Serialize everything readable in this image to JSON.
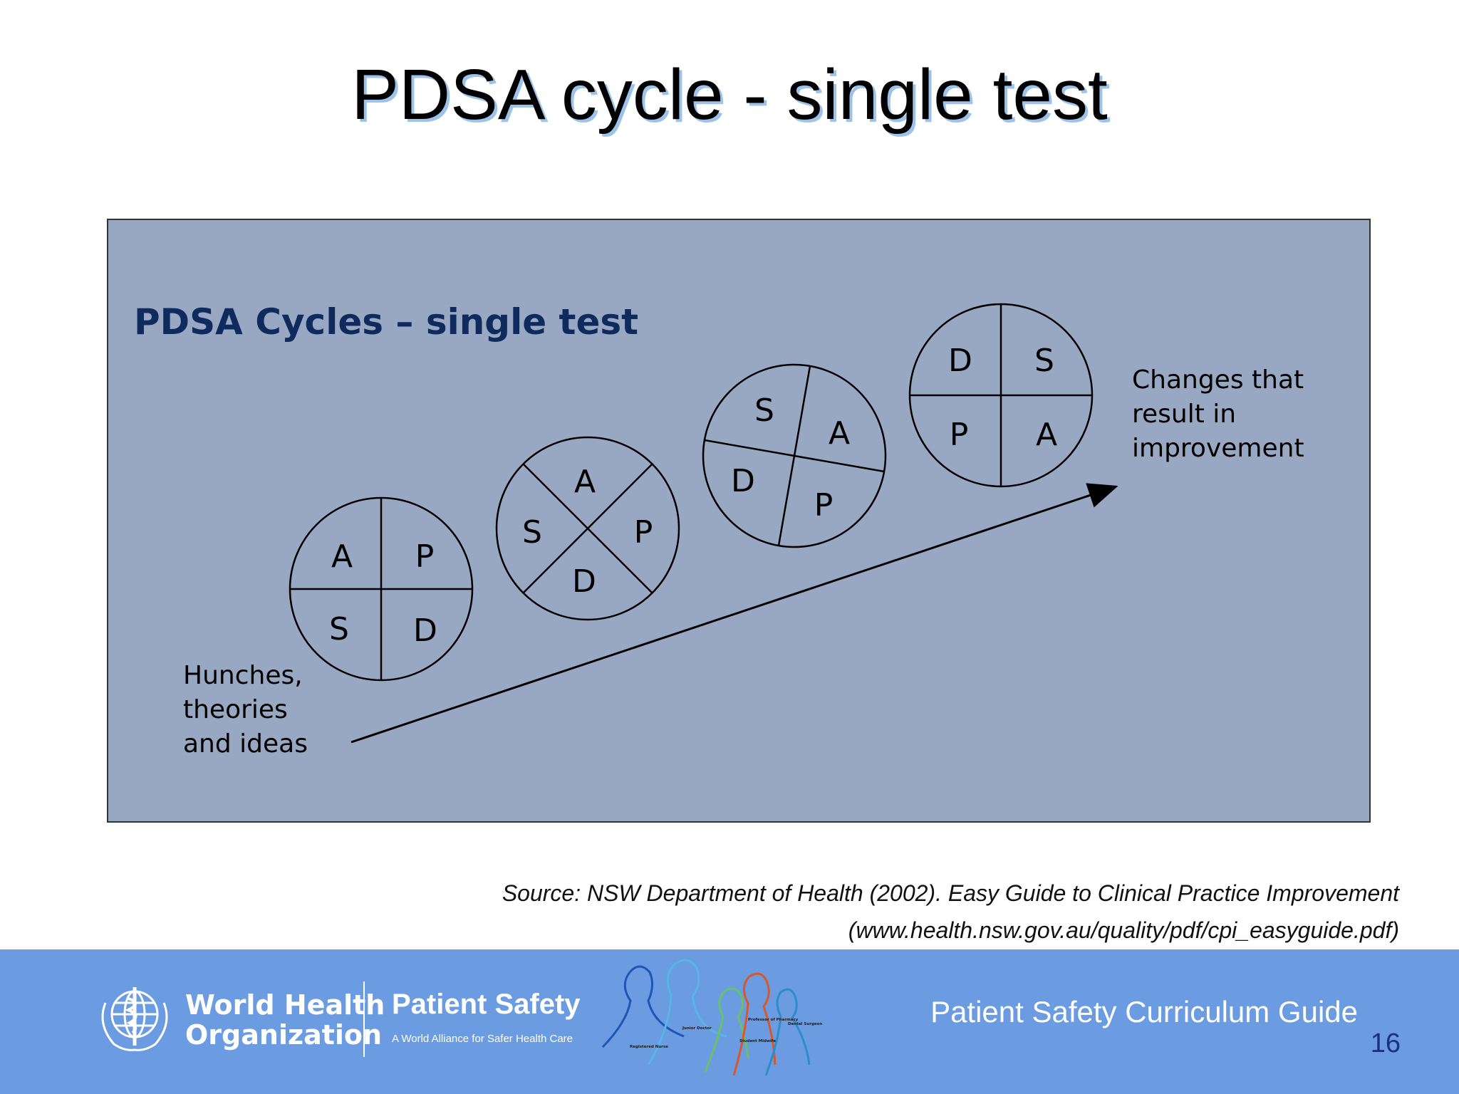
{
  "slide": {
    "title": "PDSA cycle - single test",
    "page_number": "16"
  },
  "diagram": {
    "heading": "PDSA Cycles – single test",
    "start_label": [
      "Hunches,",
      "theories",
      "and ideas"
    ],
    "end_label": [
      "Changes that",
      "result in",
      "improvement"
    ],
    "cycles": [
      {
        "quadrants": [
          "A",
          "P",
          "S",
          "D"
        ]
      },
      {
        "quadrants": [
          "A",
          "S",
          "P",
          "D"
        ]
      },
      {
        "quadrants": [
          "S",
          "A",
          "D",
          "P"
        ]
      },
      {
        "quadrants": [
          "D",
          "S",
          "P",
          "A"
        ]
      }
    ],
    "colors": {
      "panel": "#99a8c2",
      "heading": "#0f2a5c"
    }
  },
  "source": {
    "line1": "Source: NSW Department of Health (2002). Easy Guide to Clinical Practice Improvement",
    "line2": "(www.health.nsw.gov.au/quality/pdf/cpi_easyguide.pdf)"
  },
  "footer": {
    "who_name": [
      "World Health",
      "Organization"
    ],
    "ps_title": "Patient Safety",
    "ps_subtitle": "A World Alliance for Safer Health Care",
    "people_labels": [
      "Registered Nurse",
      "Junior Doctor",
      "Student Midwife",
      "Professor of Pharmacy",
      "Dental Surgeon"
    ],
    "guide_title": "Patient Safety Curriculum Guide",
    "colors": {
      "bar": "#6b9be0",
      "page_number": "#1d2f80"
    }
  }
}
